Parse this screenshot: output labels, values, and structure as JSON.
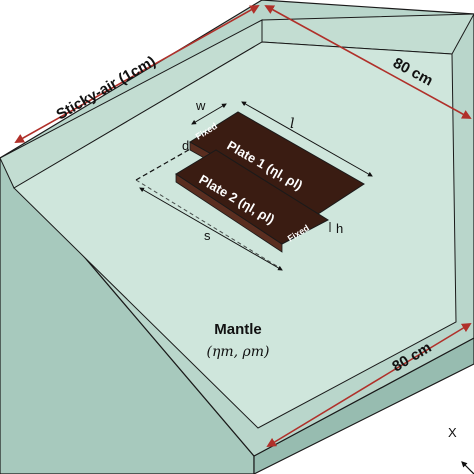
{
  "labels": {
    "sticky_air": "Sticky-air (1cm)",
    "dim_top": "80 cm",
    "dim_right": "80 cm",
    "mantle": "Mantle",
    "mantle_params": "(ηm, ρm)",
    "axis_x": "X",
    "w": "w",
    "l": "l",
    "d": "d",
    "h": "h",
    "s": "s"
  },
  "plates": [
    {
      "title": "Plate 1 (ηl, ρl)",
      "fixed": "Fixed"
    },
    {
      "title": "Plate 2 (ηl, ρl)",
      "fixed": "Fixed"
    }
  ],
  "colors": {
    "mantle_top": "#cfe6dc",
    "wall_top": "#b9d6cb",
    "wall_front": "#a7c9bd",
    "wall_side": "#97bcb0",
    "plate_fill": "#3a1c12",
    "plate_edge": "#5a2e20",
    "arrow_red": "#b0302a",
    "outline": "#1a1a1a"
  }
}
